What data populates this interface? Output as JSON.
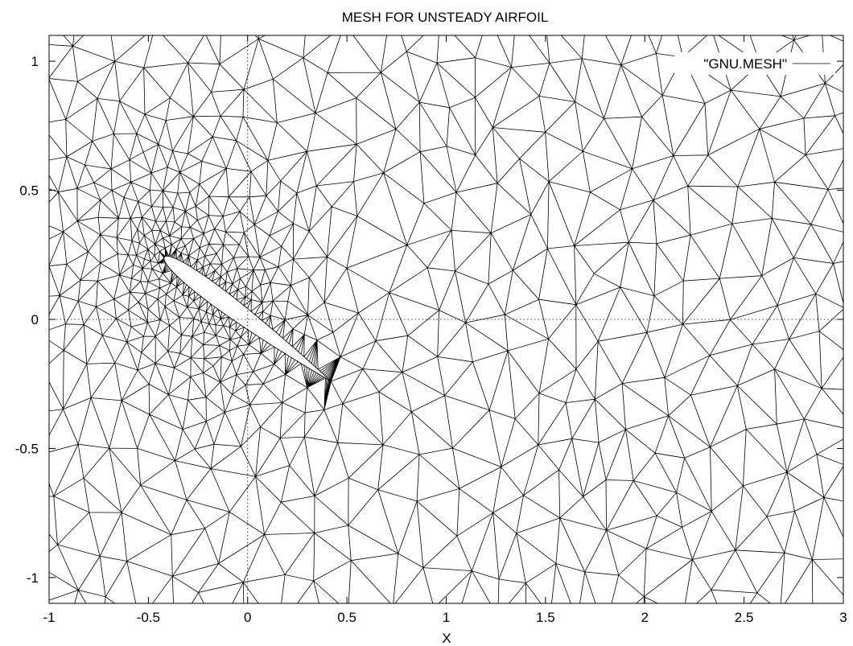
{
  "chart_data": {
    "type": "scatter",
    "title": "MESH FOR UNSTEADY AIRFOIL",
    "xlabel": "X",
    "ylabel": "",
    "xlim": [
      -1,
      3
    ],
    "ylim": [
      -1.1,
      1.1
    ],
    "xticks": [
      "-1",
      "-0.5",
      "0",
      "0.5",
      "1",
      "1.5",
      "2",
      "2.5",
      "3"
    ],
    "xtick_values": [
      -1,
      -0.5,
      0,
      0.5,
      1,
      1.5,
      2,
      2.5,
      3
    ],
    "yticks": [
      "1",
      "0.5",
      "0",
      "-0.5",
      "-1"
    ],
    "ytick_values": [
      1,
      0.5,
      0,
      -0.5,
      -1
    ],
    "legend": {
      "entry": "\"GNU.MESH\"",
      "placement": "top-right"
    },
    "zero_axes": true,
    "grid": false,
    "series": [
      {
        "name": "\"GNU.MESH\"",
        "description": "unstructured triangular mesh around an airfoil",
        "airfoil": {
          "leading_edge": [
            -0.42,
            0.24
          ],
          "trailing_edge": [
            0.42,
            -0.24
          ],
          "max_thickness": 0.08
        }
      }
    ],
    "colors": {
      "line": "#000000",
      "background": "#ffffff"
    }
  }
}
